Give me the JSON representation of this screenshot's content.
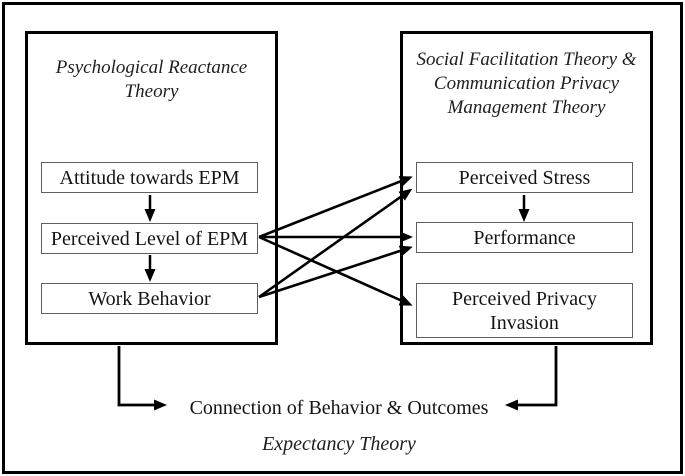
{
  "left_panel": {
    "title": "Psychological Reactance Theory",
    "title_lines": [
      "Psychological Reactance",
      "Theory"
    ],
    "boxes": [
      {
        "label": "Attitude towards EPM"
      },
      {
        "label": "Perceived Level of EPM"
      },
      {
        "label": "Work Behavior"
      }
    ]
  },
  "right_panel": {
    "title": "Social Facilitation Theory & Communication Privacy Management Theory",
    "title_lines": [
      "Social Facilitation Theory &",
      "Communication Privacy",
      "Management Theory"
    ],
    "boxes": [
      {
        "label": "Perceived Stress"
      },
      {
        "label": "Performance"
      },
      {
        "label": "Perceived Privacy Invasion"
      }
    ]
  },
  "bottom": {
    "connection_label": "Connection of Behavior & Outcomes",
    "theory_label": "Expectancy Theory"
  },
  "relationships": [
    {
      "from": "Attitude towards EPM",
      "to": "Perceived Level of EPM"
    },
    {
      "from": "Perceived Level of EPM",
      "to": "Work Behavior"
    },
    {
      "from": "Perceived Level of EPM",
      "to": "Perceived Stress"
    },
    {
      "from": "Perceived Level of EPM",
      "to": "Performance"
    },
    {
      "from": "Perceived Level of EPM",
      "to": "Perceived Privacy Invasion"
    },
    {
      "from": "Work Behavior",
      "to": "Perceived Stress"
    },
    {
      "from": "Work Behavior",
      "to": "Performance"
    },
    {
      "from": "Perceived Stress",
      "to": "Performance"
    },
    {
      "from": "Psychological Reactance Theory panel",
      "to": "Connection of Behavior & Outcomes"
    },
    {
      "from": "Social Facilitation & CPM Theory panel",
      "to": "Connection of Behavior & Outcomes"
    }
  ],
  "colors": {
    "background": "#ffffff",
    "frame_border": "#000000",
    "panel_border": "#000000",
    "node_border": "#5f5f5f",
    "arrow": "#000000",
    "text": "#141414"
  }
}
